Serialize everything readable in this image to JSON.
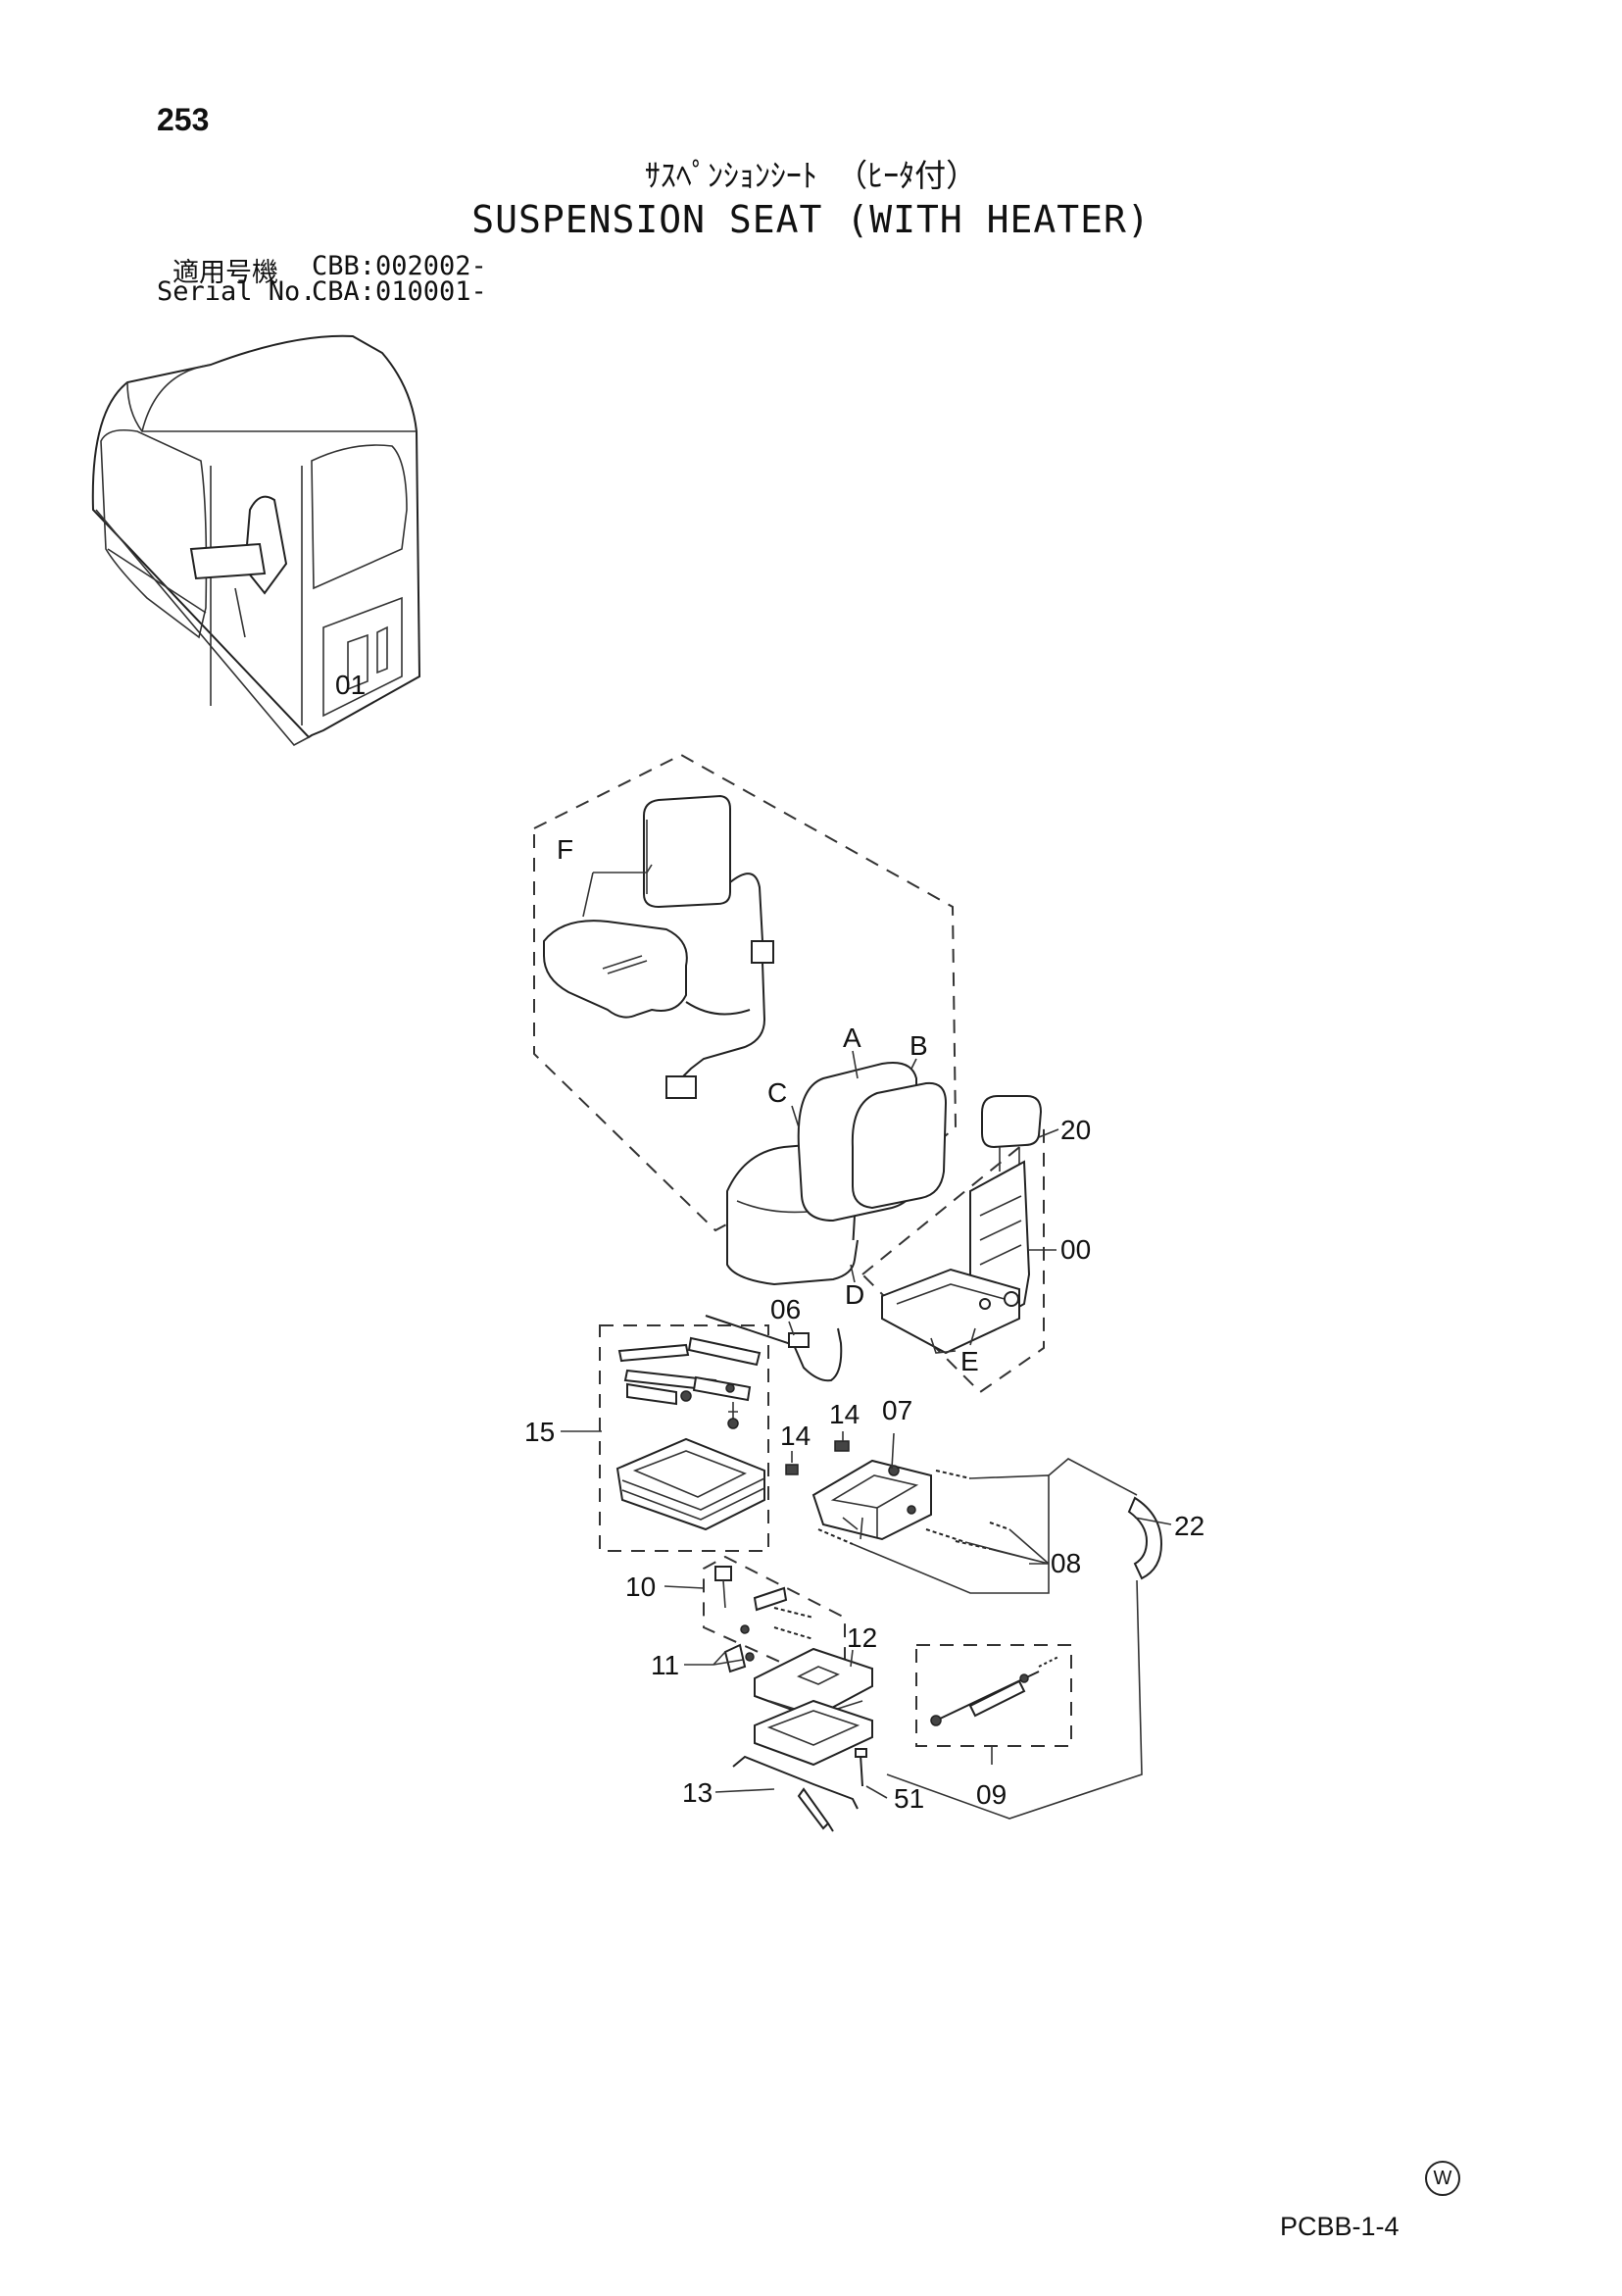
{
  "header": {
    "page_number": "253",
    "title_jp": "ｻｽﾍﾟﾝｼｮﾝｼｰﾄ （ﾋｰﾀ付）",
    "title_en": "SUSPENSION SEAT (WITH HEATER)",
    "serial_jp_label": "適用号機",
    "serial_jp_value": "CBB:002002-",
    "serial_en_label": "Serial No.",
    "serial_en_value": "CBA:010001-"
  },
  "cab_sticker_text": "01",
  "callouts": {
    "F": "F",
    "A": "A",
    "B": "B",
    "C": "C",
    "D": "D",
    "E": "E",
    "p20": "20",
    "p00": "00",
    "p06": "06",
    "p15": "15",
    "p14a": "14",
    "p14b": "14",
    "p07": "07",
    "p22": "22",
    "p08": "08",
    "p10": "10",
    "p11": "11",
    "p12": "12",
    "p09": "09",
    "p13": "13",
    "p51": "51"
  },
  "footer": {
    "mark": "W",
    "code": "PCBB-1-4"
  }
}
